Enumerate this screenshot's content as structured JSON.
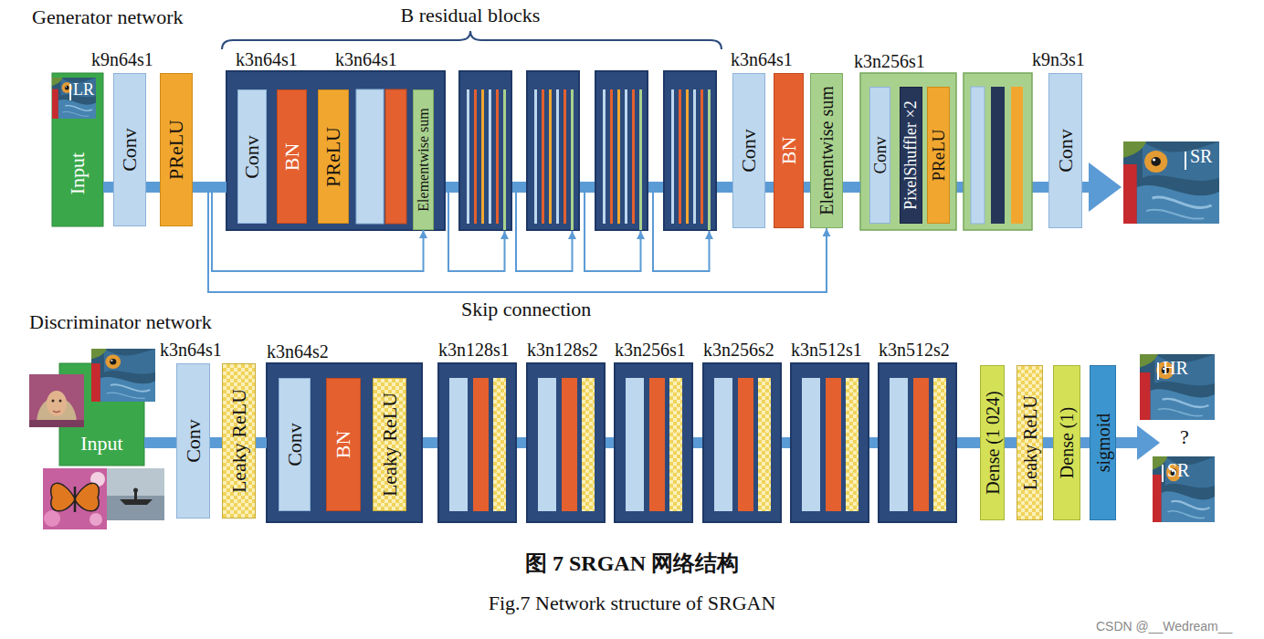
{
  "diagram": {
    "caption": "图 7 SRGAN 网络结构",
    "nodes": [
      {
        "text": [
          "Input"
        ]
      },
      {
        "text": [
          "Conv"
        ]
      },
      {
        "text": [
          "PReLU"
        ]
      },
      {
        "text": [
          "k3n64s1",
          "k3n64s1"
        ]
      },
      {
        "text": [
          "Conv"
        ],
        "in": 3
      },
      {
        "text": [
          "BN"
        ],
        "in": 3
      },
      {
        "text": [
          "PReLU"
        ],
        "in": 3
      },
      {
        "text": [
          "Elementwise sum"
        ],
        "in": 3
      },
      {
        "text": [
          "Conv"
        ]
      },
      {
        "text": [
          "BN"
        ]
      },
      {
        "text": [
          "Elementwise sum"
        ]
      },
      {
        "text": [
          "k3n256s1"
        ]
      },
      {
        "text": [
          "Conv"
        ],
        "in": 11
      },
      {
        "text": [
          "PixelShuffler ×2"
        ],
        "in": 11
      },
      {
        "text": [
          "PReLU"
        ],
        "in": 11
      },
      {
        "text": [
          "Conv"
        ]
      },
      {
        "text": [
          "Input"
        ]
      },
      {
        "text": [
          "Conv"
        ]
      },
      {
        "text": [
          "Leaky ReLU"
        ]
      },
      {
        "text": [
          "k3n64s2"
        ]
      },
      {
        "text": [
          "Conv"
        ],
        "in": 19
      },
      {
        "text": [
          "BN"
        ],
        "in": 19
      },
      {
        "text": [
          "Leaky ReLU"
        ],
        "in": 19
      },
      {
        "text": [
          "Dense (1 024)"
        ]
      },
      {
        "text": [
          "Leaky ReLU"
        ]
      },
      {
        "text": [
          "Dense (1)"
        ]
      },
      {
        "text": [
          "sigmoid"
        ]
      }
    ],
    "edges": [
      {
        "from": 0,
        "to": 1,
        "arrow": "none"
      },
      {
        "from": 1,
        "to": 2,
        "arrow": "none"
      },
      {
        "from": 2,
        "to": 3,
        "arrow": "none"
      },
      {
        "from": 2,
        "to": 7,
        "arrow": "to"
      },
      {
        "from": 2,
        "to": 10,
        "arrow": "to"
      },
      {
        "from": 8,
        "to": 9,
        "arrow": "none"
      },
      {
        "from": 9,
        "to": 10,
        "arrow": "none"
      },
      {
        "from": 10,
        "to": 11,
        "arrow": "none"
      },
      {
        "from": 16,
        "to": 17,
        "arrow": "none"
      },
      {
        "from": 17,
        "to": 18,
        "arrow": "none"
      },
      {
        "from": 18,
        "to": 19,
        "arrow": "none"
      },
      {
        "from": 23,
        "to": 24,
        "arrow": "none"
      },
      {
        "from": 24,
        "to": 25,
        "arrow": "none"
      },
      {
        "from": 25,
        "to": 26,
        "arrow": "none"
      }
    ],
    "labels": [
      "Generator network",
      "B residual blocks",
      "k9n64s1",
      "k3n64s1",
      "k9n3s1",
      "LR",
      "SR",
      "Skip connection",
      "Discriminator network",
      "k3n64s1",
      "k3n128s1",
      "k3n128s2",
      "k3n256s1",
      "k3n256s2",
      "k3n512s1",
      "k3n512s2",
      "HR",
      "?",
      "SR",
      "Fig.7 Network structure of SRGAN",
      "CSDN @__Wedream__"
    ]
  }
}
